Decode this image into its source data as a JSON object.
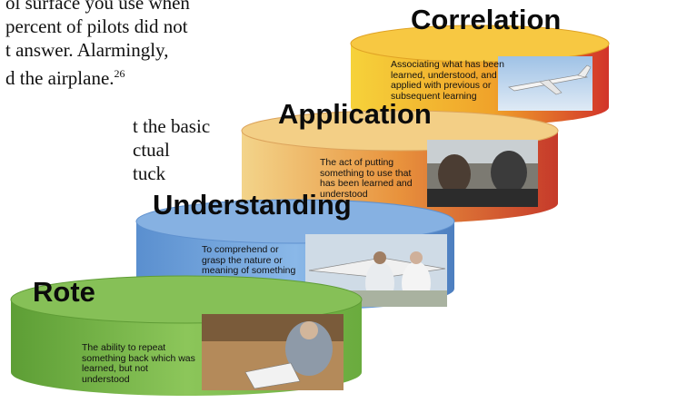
{
  "body_text": {
    "lines": [
      "ol surface you use when",
      " percent of pilots did not",
      "t answer. Alarmingly,",
      "d the airplane."
    ],
    "footnote": "26",
    "lower_lines": [
      "t the basic",
      "ctual",
      "tuck"
    ]
  },
  "levels": [
    {
      "title": "Correlation",
      "description": "Associating what has been learned, understood, and applied with previous or subsequent learning",
      "photo": "jet-airplane-photo"
    },
    {
      "title": "Application",
      "description": "The act of putting something to use that has been learned and understood",
      "photo": "cockpit-photo"
    },
    {
      "title": "Understanding",
      "description": "To comprehend or grasp the nature or meaning of something",
      "photo": "instructor-student-photo"
    },
    {
      "title": "Rote",
      "description": "The ability to repeat something back which was learned, but not understood",
      "photo": "student-reading-photo"
    }
  ],
  "colors": {
    "rote": "#72b545",
    "understanding": "#6fa3dc",
    "application": "#e8a44a",
    "correlation": "#f2b52a"
  }
}
